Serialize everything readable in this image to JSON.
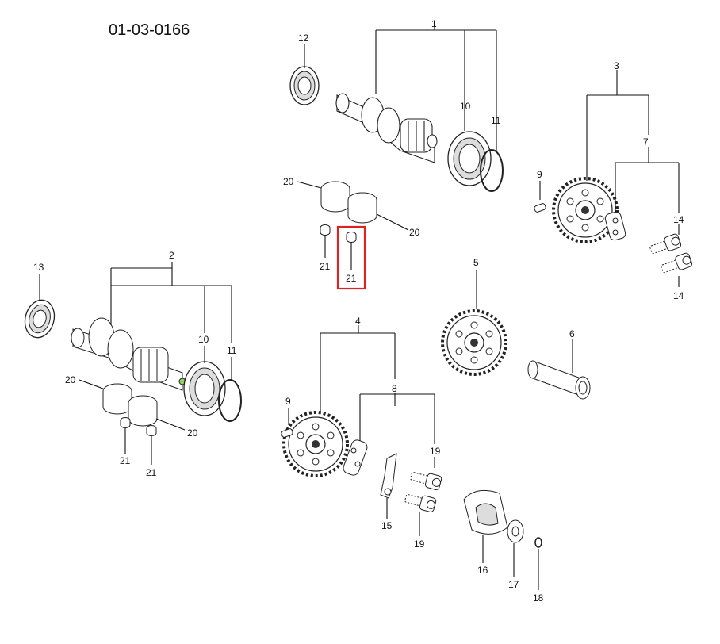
{
  "diagram": {
    "drawing_number": "01-03-0166",
    "callouts": {
      "c1": "1",
      "c2": "2",
      "c3": "3",
      "c4": "4",
      "c5": "5",
      "c6": "6",
      "c7": "7",
      "c8": "8",
      "c9a": "9",
      "c9b": "9",
      "c10a": "10",
      "c10b": "10",
      "c11a": "11",
      "c11b": "11",
      "c12": "12",
      "c13": "13",
      "c14a": "14",
      "c14b": "14",
      "c15": "15",
      "c16": "16",
      "c17": "17",
      "c18": "18",
      "c19a": "19",
      "c19b": "19",
      "c20a": "20",
      "c20b": "20",
      "c20c": "20",
      "c20d": "20",
      "c21a": "21",
      "c21b": "21",
      "c21c": "21",
      "c21d": "21"
    },
    "highlighted_callout": "c21b",
    "colors": {
      "highlight": "#d22222",
      "line": "#111111"
    }
  }
}
